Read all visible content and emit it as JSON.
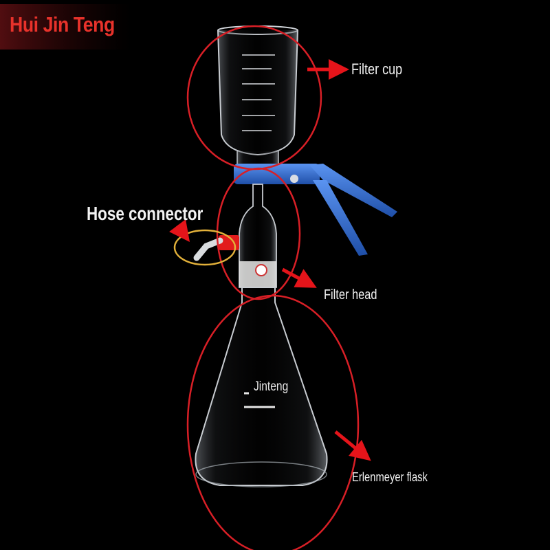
{
  "brand": {
    "text": "Hui Jin Teng",
    "color": "#e8322b"
  },
  "callouts": {
    "filter_cup": "Filter cup",
    "hose_connector": "Hose connector",
    "filter_head": "Filter head",
    "erlenmeyer_flask": "Erlenmeyer flask"
  },
  "flask_marking": "Jinteng",
  "colors": {
    "circle": "#d81f26",
    "hose_circle": "#e3b13a",
    "arrow": "#e5141a",
    "clamp": "#2f6fd6"
  }
}
